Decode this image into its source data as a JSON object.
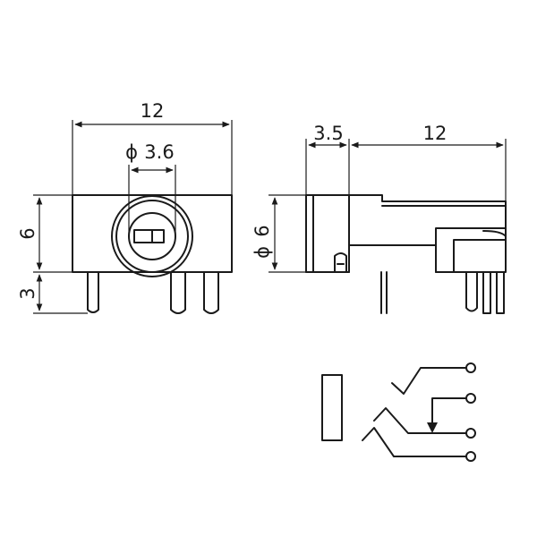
{
  "front_view": {
    "dim_width": "12",
    "dim_hole": "3.6",
    "dim_height": "6",
    "dim_pin": "3",
    "diameter_symbol": "ϕ"
  },
  "side_view": {
    "dim_front_depth": "3.5",
    "dim_body_length": "12",
    "dim_diameter": "6",
    "diameter_symbol": "ϕ"
  },
  "schematic": {
    "terminal_count": 4
  }
}
